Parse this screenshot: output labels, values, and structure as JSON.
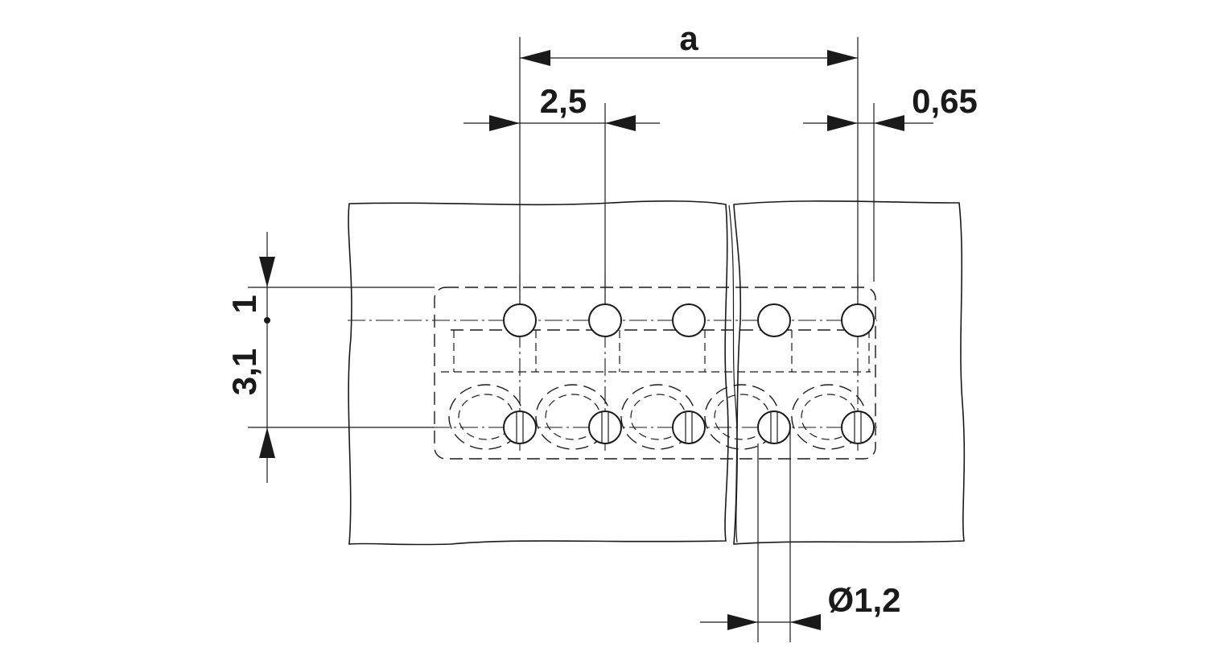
{
  "dimensions": {
    "overall_width": "a",
    "pitch": "2,5",
    "edge_offset": "0,65",
    "row_offset_top": "1",
    "row_spacing": "3,1",
    "hole_diameter": "Ø1,2"
  }
}
